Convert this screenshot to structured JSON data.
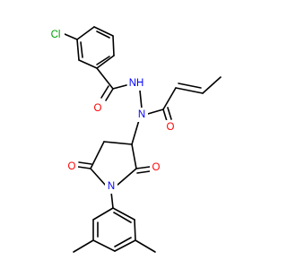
{
  "molecule": {
    "colors": {
      "bond": "#000000",
      "oxygen": "#ff0000",
      "nitrogen": "#0000ff",
      "chlorine": "#00a000",
      "background": "#ffffff"
    },
    "atoms": {
      "cl": "Cl",
      "o_benzoyl": "O",
      "nh": "NH",
      "n_hydrazide": "N",
      "o_crotonyl": "O",
      "o_ring_left": "O",
      "o_ring_right": "O",
      "n_ring": "N"
    }
  }
}
